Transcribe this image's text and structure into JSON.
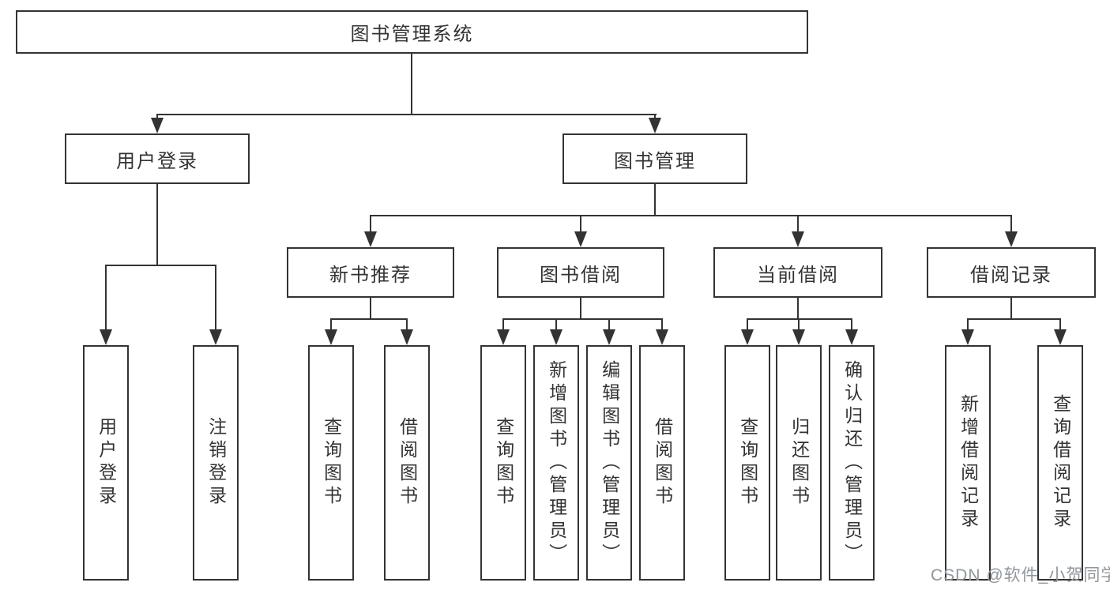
{
  "tree": {
    "label": "图书管理系统",
    "children": [
      {
        "label": "用户登录",
        "children": [
          {
            "label": "用户登录"
          },
          {
            "label": "注销登录"
          }
        ]
      },
      {
        "label": "图书管理",
        "children": [
          {
            "label": "新书推荐",
            "children": [
              {
                "label": "查询图书"
              },
              {
                "label": "借阅图书"
              }
            ]
          },
          {
            "label": "图书借阅",
            "children": [
              {
                "label": "查询图书"
              },
              {
                "label": "新增图书（管理员）"
              },
              {
                "label": "编辑图书（管理员）"
              },
              {
                "label": "借阅图书"
              }
            ]
          },
          {
            "label": "当前借阅",
            "children": [
              {
                "label": "查询图书"
              },
              {
                "label": "归还图书"
              },
              {
                "label": "确认归还（管理员）"
              }
            ]
          },
          {
            "label": "借阅记录",
            "children": [
              {
                "label": "新增借阅记录"
              },
              {
                "label": "查询借阅记录"
              }
            ]
          }
        ]
      }
    ]
  },
  "watermark": {
    "text": "CSDN @软件_小贺同学"
  },
  "colors": {
    "line": "#333333",
    "box_border": "#333333",
    "text": "#333333",
    "watermark": "#8f969c",
    "background": "#ffffff"
  }
}
